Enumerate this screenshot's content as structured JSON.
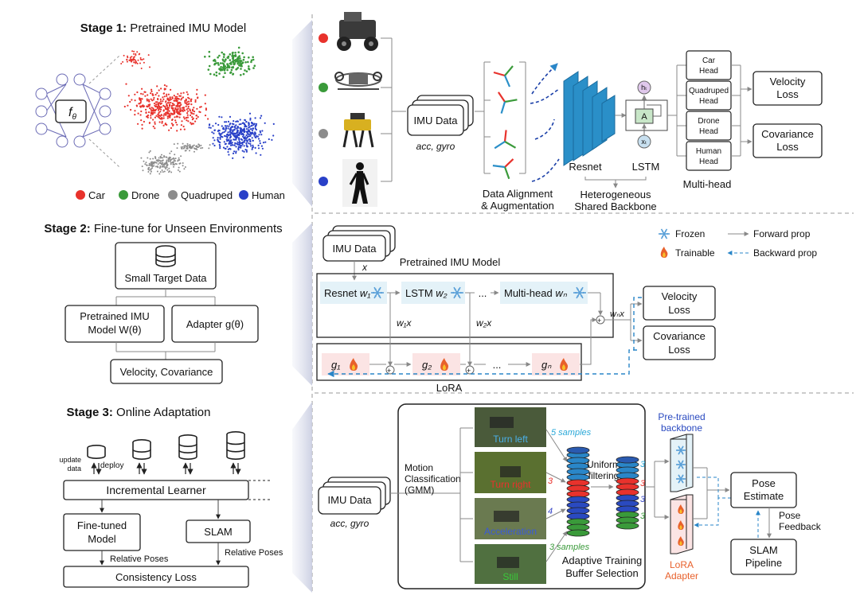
{
  "colors": {
    "car": "#e8322c",
    "drone": "#3a9a3a",
    "quadruped": "#8c8c8c",
    "human": "#2940c8",
    "blue_accent": "#2a86c8",
    "lora_orange": "#e8612c",
    "frozen_blue": "#5aa0d8",
    "box_light_blue": "#e4f2f8",
    "box_light_pink": "#fbe4e4"
  },
  "stage1": {
    "title_bold": "Stage 1:",
    "title_rest": " Pretrained IMU Model",
    "f_label": "f",
    "f_sub": "θ",
    "legend": [
      {
        "label": "Car",
        "color": "#e8322c"
      },
      {
        "label": "Drone",
        "color": "#3a9a3a"
      },
      {
        "label": "Quadruped",
        "color": "#8c8c8c"
      },
      {
        "label": "Human",
        "color": "#2940c8"
      }
    ],
    "imu_data": "IMU Data",
    "imu_sub": "acc, gyro",
    "alignment_label": [
      "Data Alignment",
      "& Augmentation"
    ],
    "resnet": "Resnet",
    "lstm": "LSTM",
    "lstm_h": "hₜ",
    "lstm_a": "A",
    "lstm_x": "xₜ",
    "backbone_label": [
      "Heterogeneous",
      "Shared Backbone"
    ],
    "heads": [
      [
        "Car",
        "Head"
      ],
      [
        "Quadruped",
        "Head"
      ],
      [
        "Drone",
        "Head"
      ],
      [
        "Human",
        "Head"
      ]
    ],
    "multihead": "Multi-head",
    "velocity_loss": [
      "Velocity",
      "Loss"
    ],
    "covariance_loss": [
      "Covariance",
      "Loss"
    ]
  },
  "stage2": {
    "title_bold": "Stage 2:",
    "title_rest": " Fine-tune for Unseen Environments",
    "small_target": "Small Target Data",
    "pretrained": [
      "Pretrained IMU",
      "Model W(θ)"
    ],
    "adapter": "Adapter g(θ)",
    "vel_cov": "Velocity, Covariance",
    "imu_data": "IMU Data",
    "x_label": "x",
    "pretrained_title": "Pretrained IMU Model",
    "resnet_w": "Resnet ",
    "w1": "w₁",
    "lstm_w": "LSTM ",
    "w2": "w₂",
    "ellipsis": "...",
    "multihead_w": "Multi-head ",
    "wn": "wₙ",
    "w1x": "w₁x",
    "w2x": "w₂x",
    "wnx": "wₙx",
    "g1": "g₁",
    "g2": "g₂",
    "gn": "gₙ",
    "lora": "LoRA",
    "legend_frozen": "Frozen",
    "legend_trainable": "Trainable",
    "legend_forward": "Forward prop",
    "legend_backward": "Backward prop",
    "velocity_loss": [
      "Velocity",
      "Loss"
    ],
    "covariance_loss": [
      "Covariance",
      "Loss"
    ]
  },
  "stage3": {
    "title_bold": "Stage 3:",
    "title_rest": " Online Adaptation",
    "update_data": [
      "update",
      "data"
    ],
    "deploy": "deploy",
    "incremental": "Incremental Learner",
    "finetuned": [
      "Fine-tuned",
      "Model"
    ],
    "slam": "SLAM",
    "relative_poses_1": "Relative Poses",
    "relative_poses_2": "Relative Poses",
    "consistency": "Consistency Loss",
    "imu_data": "IMU Data",
    "imu_sub": "acc, gyro",
    "motion_class": [
      "Motion",
      "Classification",
      "(GMM)"
    ],
    "scenes": [
      "Turn left",
      "Turn right",
      "Acceleration",
      "Still"
    ],
    "samples_5": "5 samples",
    "samples_3": "3 samples",
    "num_3": "3",
    "num_4": "4",
    "uniform": [
      "Uniform",
      "filtering"
    ],
    "counts": [
      "3",
      "3",
      "3",
      "3"
    ],
    "buffer_label": [
      "Adaptive Training",
      "Buffer Selection"
    ],
    "pretrained_backbone": [
      "Pre-trained",
      "backbone"
    ],
    "lora_adapter": [
      "LoRA",
      "Adapter"
    ],
    "pose_estimate": [
      "Pose",
      "Estimate"
    ],
    "pose_feedback": [
      "Pose",
      "Feedback"
    ],
    "slam_pipeline": [
      "SLAM",
      "Pipeline"
    ]
  }
}
